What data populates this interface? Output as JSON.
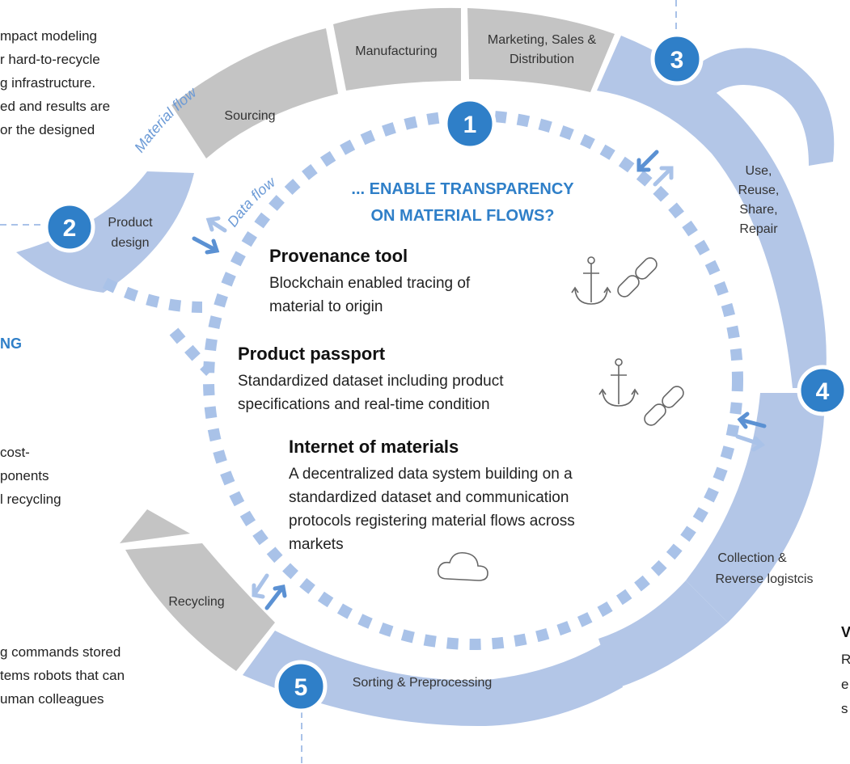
{
  "top_left_text": [
    "mpact modeling",
    "r hard-to-recycle",
    "g infrastructure.",
    "ed and results are",
    "or the designed"
  ],
  "left_heading": "NG",
  "left_middle_text": [
    "cost-",
    "ponents",
    "l recycling"
  ],
  "bottom_left_text": [
    "g commands stored",
    "tems robots that can",
    "uman colleagues"
  ],
  "right_heading": "V",
  "right_letters": [
    "R",
    "e",
    "s"
  ],
  "flows": {
    "material": "Material flow",
    "data": "Data flow"
  },
  "segments": {
    "sourcing": "Sourcing",
    "manufacturing": "Manufacturing",
    "marketing": [
      "Marketing, Sales &",
      "Distribution"
    ],
    "use": [
      "Use,",
      "Reuse,",
      "Share,",
      "Repair"
    ],
    "collection": [
      "Collection &",
      "Reverse logistcis"
    ],
    "sorting": "Sorting & Preprocessing",
    "recycling": "Recycling",
    "product_design": [
      "Product",
      "design"
    ]
  },
  "steps": [
    "1",
    "2",
    "3",
    "4",
    "5"
  ],
  "question": [
    "... ENABLE TRANSPARENCY",
    "ON MATERIAL FLOWS?"
  ],
  "tools": [
    {
      "title": "Provenance tool",
      "desc": [
        "Blockchain enabled tracing of",
        "material to origin"
      ]
    },
    {
      "title": "Product passport",
      "desc": [
        "Standardized dataset including product",
        "specifications and real-time condition"
      ]
    },
    {
      "title": "Internet of materials",
      "desc": [
        "A decentralized data system building on a",
        "standardized dataset and communication",
        "protocols registering material flows across",
        "markets"
      ]
    }
  ],
  "icons": [
    "anchor-icon",
    "chain-link-icon",
    "cloud-icon"
  ],
  "colors": {
    "accent": "#2f7fc8",
    "light_blue": "#b3c6e7",
    "grey": "#c4c4c4",
    "dot_blue": "#a9c2e8"
  }
}
